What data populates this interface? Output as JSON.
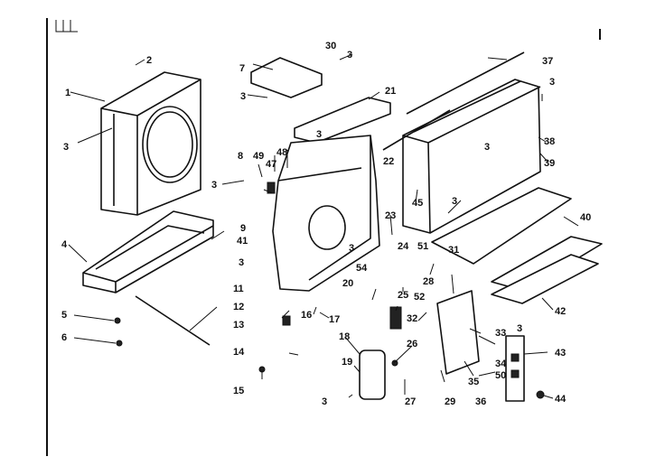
{
  "callouts": {
    "c1": "1",
    "c2": "2",
    "c3a": "3",
    "c3b": "3",
    "c3c": "3",
    "c3d": "3",
    "c3e": "3",
    "c3f": "3",
    "c3g": "3",
    "c3h": "3",
    "c3i": "3",
    "c3j": "3",
    "c3k": "3",
    "c3l": "3",
    "c4": "4",
    "c5": "5",
    "c6": "6",
    "c7": "7",
    "c8": "8",
    "c9": "9",
    "c11": "11",
    "c12": "12",
    "c13": "13",
    "c14": "14",
    "c15": "15",
    "c16": "16",
    "c17": "17",
    "c18": "18",
    "c19": "19",
    "c20": "20",
    "c21": "21",
    "c22": "22",
    "c23": "23",
    "c24": "24",
    "c25": "25",
    "c26": "26",
    "c27": "27",
    "c28": "28",
    "c29": "29",
    "c30": "30",
    "c31": "31",
    "c32": "32",
    "c33": "33",
    "c34": "34",
    "c35": "35",
    "c36": "36",
    "c37": "37",
    "c38": "38",
    "c39": "39",
    "c40": "40",
    "c41": "41",
    "c42": "42",
    "c43": "43",
    "c44": "44",
    "c45": "45",
    "c47": "47",
    "c48": "48",
    "c49": "49",
    "c50": "50",
    "c51": "51",
    "c52": "52",
    "c54": "54"
  },
  "icons": [
    "screw-icon",
    "bracket-icon",
    "capacitor-icon",
    "switch-icon"
  ],
  "colors": {
    "ink": "#111111",
    "paper": "#ffffff"
  }
}
